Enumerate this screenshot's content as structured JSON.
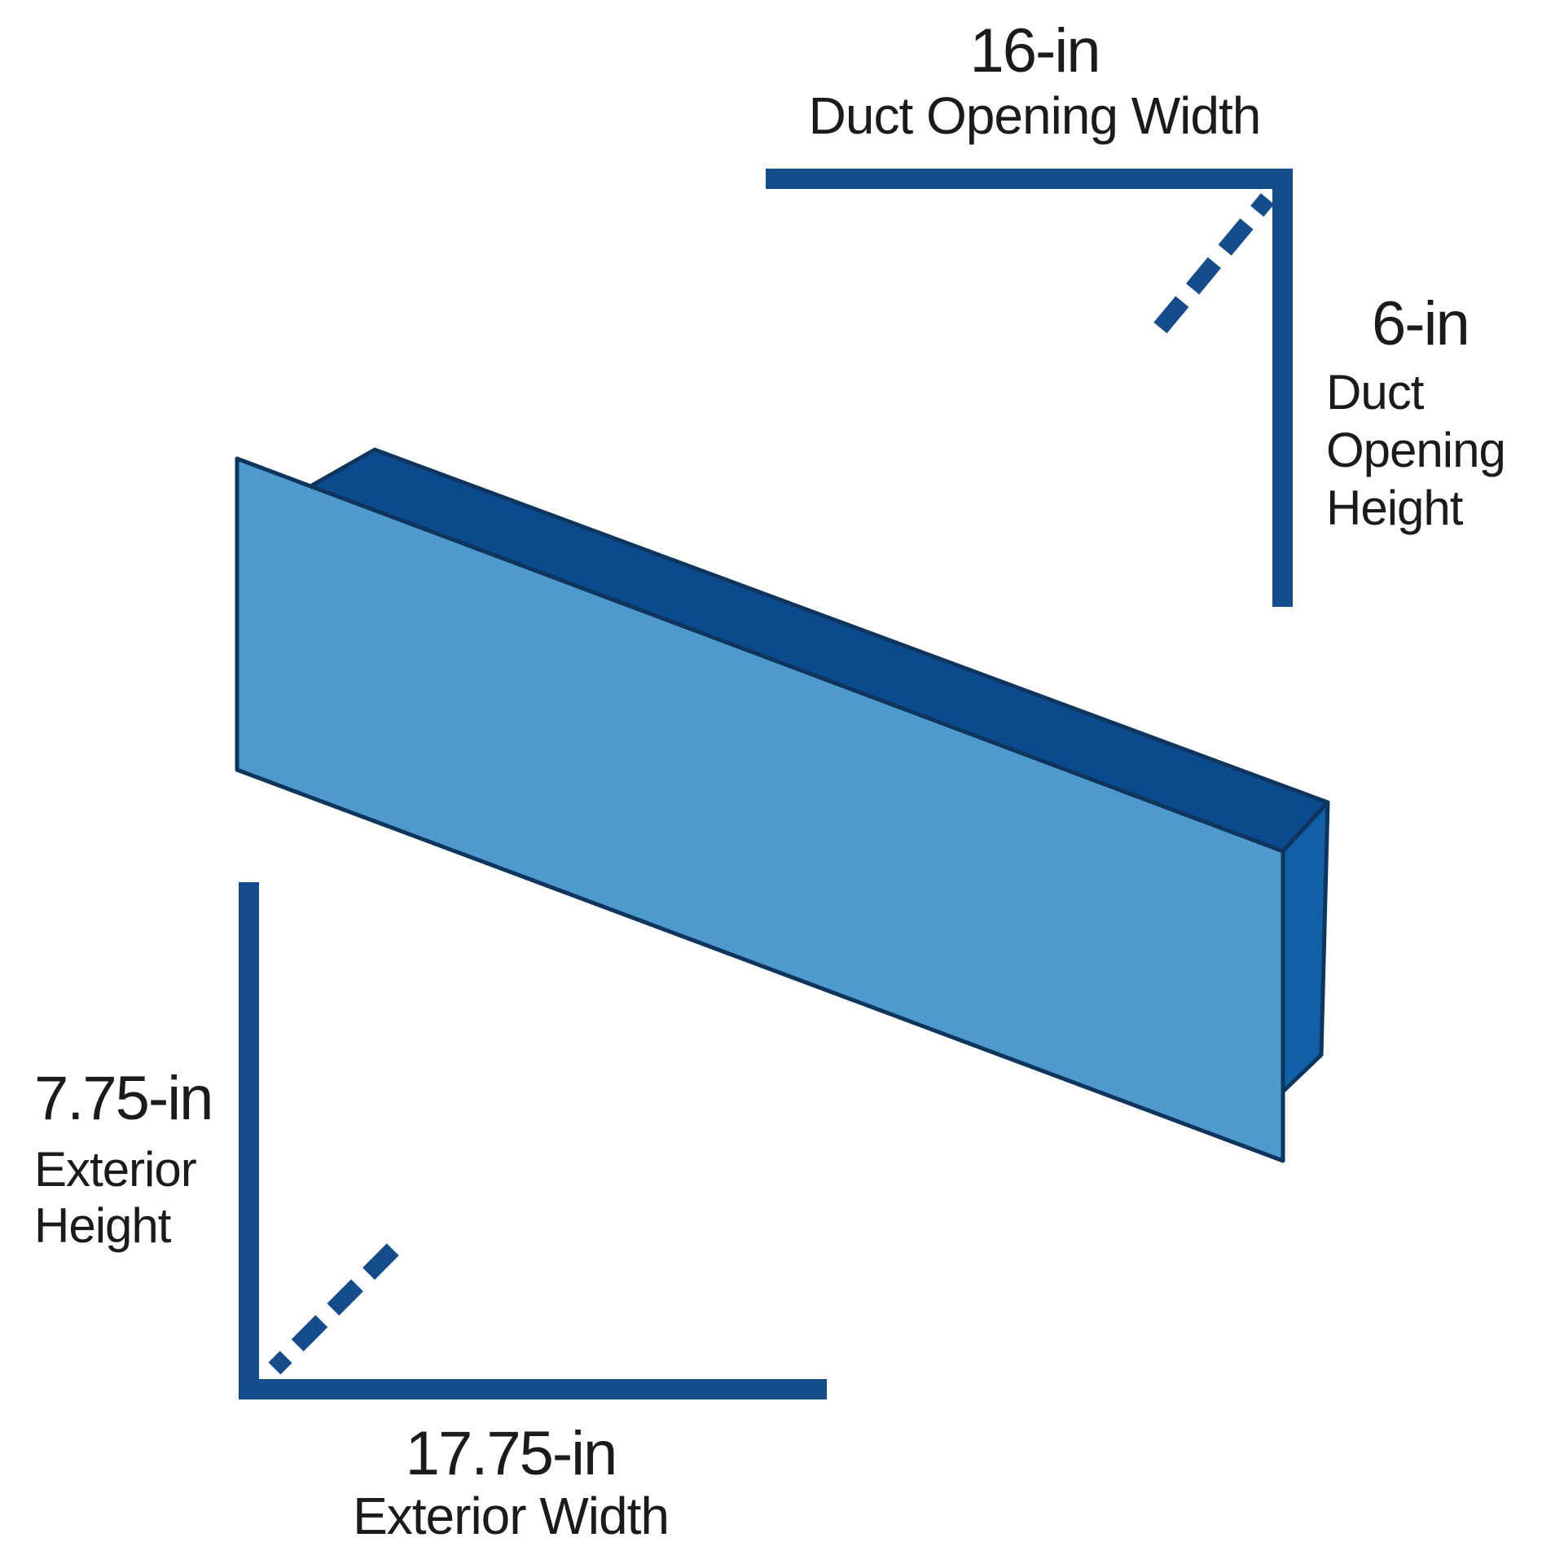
{
  "figure": {
    "description": "3D illustration of a rectangular wall duct sleeve with dimension brackets",
    "colors": {
      "background": "#ffffff",
      "bracket_blue": "#154C8C",
      "flange_face_blue": "#4F9ACD",
      "top_face_blue": "#0C4A8E",
      "end_cap_blue": "#115FA6",
      "outline_navy": "#0D355E",
      "text_color": "#1b1b1b"
    },
    "dimensions": {
      "top": {
        "value": "16-in",
        "label": "Duct Opening Width"
      },
      "right": {
        "value": "6-in",
        "label_line1": "Duct",
        "label_line2": "Opening",
        "label_line3": "Height"
      },
      "left": {
        "value": "7.75-in",
        "label_line1": "Exterior",
        "label_line2": "Height"
      },
      "bottom": {
        "value": "17.75-in",
        "label": "Exterior Width"
      }
    }
  }
}
